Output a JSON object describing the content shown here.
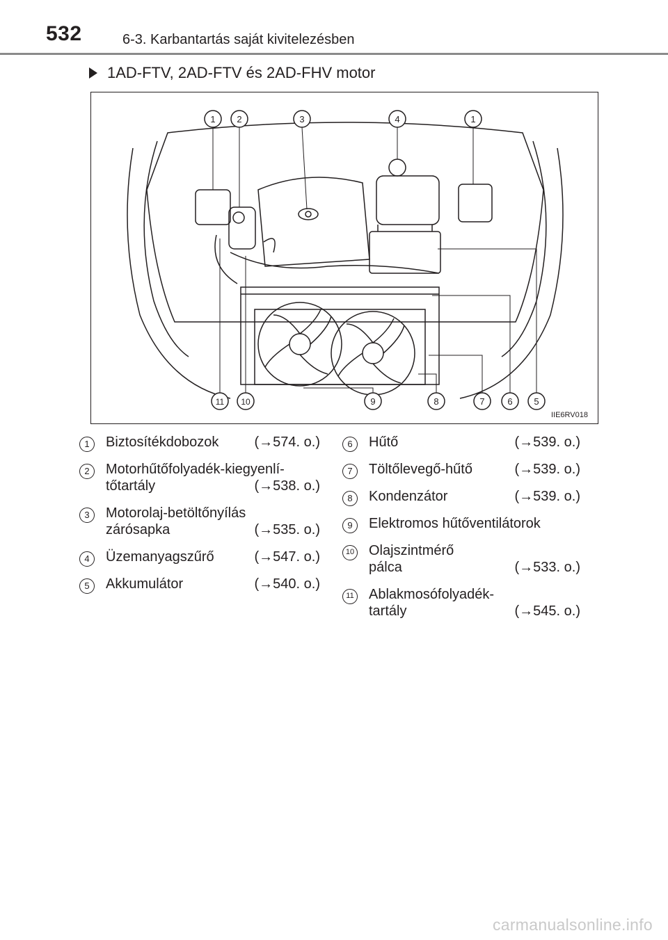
{
  "header": {
    "page_number": "532",
    "section_title": "6-3. Karbantartás saját kivitelezésben"
  },
  "subheading": "1AD-FTV, 2AD-FTV és 2AD-FHV motor",
  "figure": {
    "image_code": "IIE6RV018",
    "callouts": {
      "c1a": "1",
      "c2": "2",
      "c3": "3",
      "c4": "4",
      "c1b": "1",
      "c11": "11",
      "c10": "10",
      "c9": "9",
      "c8": "8",
      "c7": "7",
      "c6": "6",
      "c5": "5"
    }
  },
  "legend_left": [
    {
      "num": "1",
      "line1": "Biztosítékdobozok",
      "ref1": "(→574. o.)"
    },
    {
      "num": "2",
      "line1": "Motorhűtőfolyadék-kiegyenlí-",
      "line2": "tőtartály",
      "ref2": "(→538. o.)"
    },
    {
      "num": "3",
      "line1": "Motorolaj-betöltőnyílás",
      "line2": "zárósapka",
      "ref2": "(→535. o.)"
    },
    {
      "num": "4",
      "line1": "Üzemanyagszűrő",
      "ref1": "(→547. o.)"
    },
    {
      "num": "5",
      "line1": "Akkumulátor",
      "ref1": "(→540. o.)"
    }
  ],
  "legend_right": [
    {
      "num": "6",
      "line1": "Hűtő",
      "ref1": "(→539. o.)"
    },
    {
      "num": "7",
      "line1": "Töltőlevegő-hűtő",
      "ref1": "(→539. o.)"
    },
    {
      "num": "8",
      "line1": "Kondenzátor",
      "ref1": "(→539. o.)"
    },
    {
      "num": "9",
      "line1": "Elektromos hűtőventilátorok"
    },
    {
      "num": "10",
      "line1": "Olajszintmérő",
      "line2": "pálca",
      "ref2": "(→533. o.)"
    },
    {
      "num": "11",
      "line1": "Ablakmosófolyadék-",
      "line2": "tartály",
      "ref2": "(→545. o.)"
    }
  ],
  "watermark": "carmanualsonline.info"
}
